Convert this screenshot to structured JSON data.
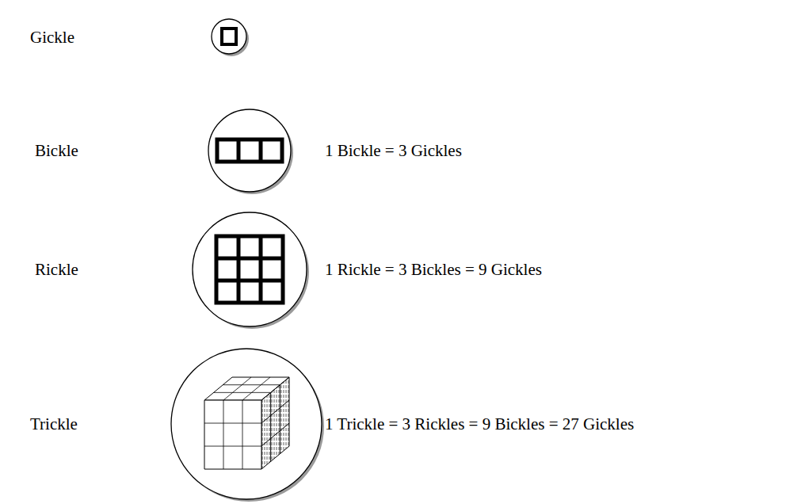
{
  "diagram": {
    "labels": [
      "Gickle",
      "Bickle",
      "1 Bickle = 3 Gickles",
      "Rickle",
      "1 Rickle = 3 Bickles = 9 Gickles",
      "Trickle",
      "1 Trickle = 3 Rickles = 9 Bickles = 27 Gickles"
    ]
  }
}
